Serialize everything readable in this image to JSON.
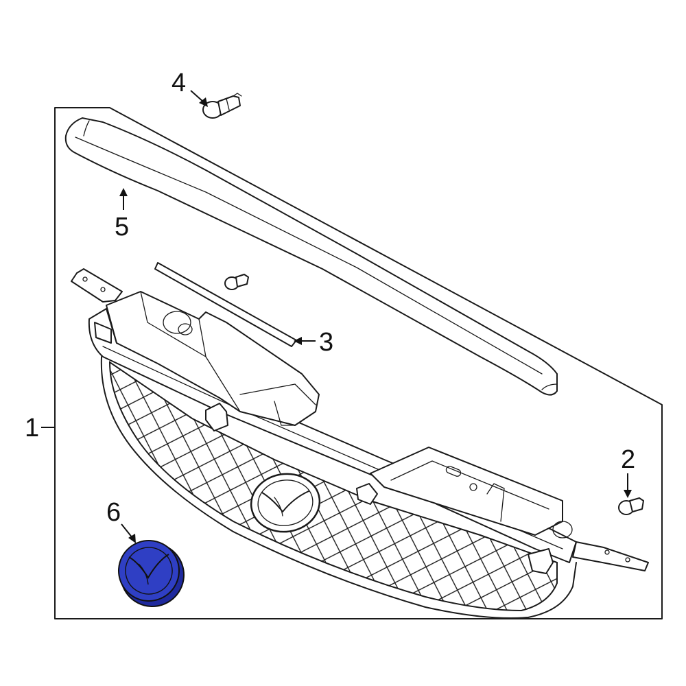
{
  "diagram": {
    "callouts": [
      {
        "id": "1",
        "text": "1"
      },
      {
        "id": "2",
        "text": "2"
      },
      {
        "id": "3",
        "text": "3"
      },
      {
        "id": "4",
        "text": "4"
      },
      {
        "id": "5",
        "text": "5"
      },
      {
        "id": "6",
        "text": "6"
      }
    ],
    "highlight_color": "#2f3fc4",
    "line_color": "#1a1a1a"
  }
}
